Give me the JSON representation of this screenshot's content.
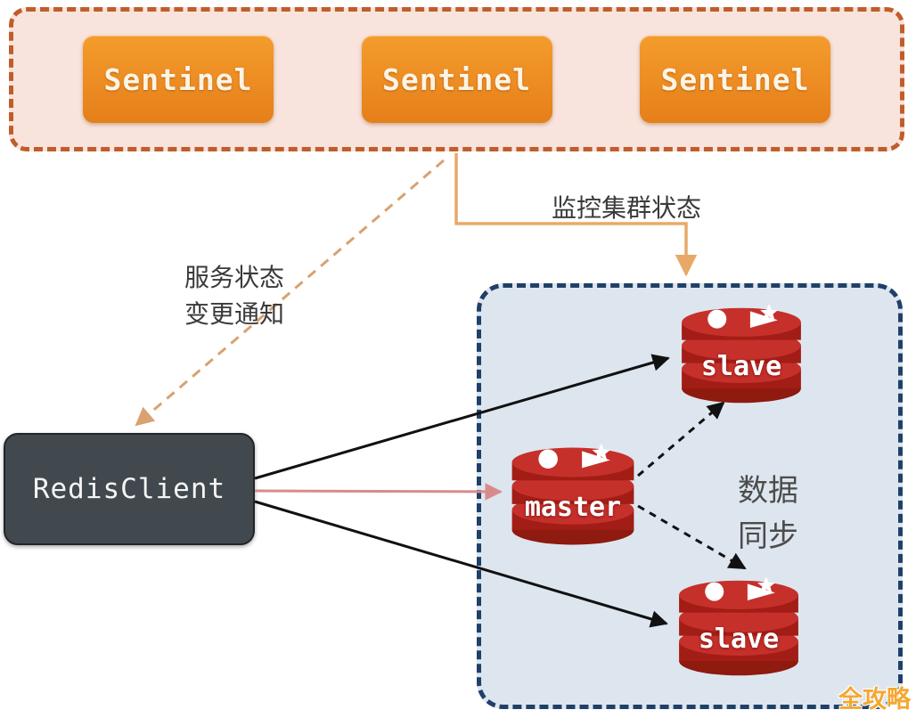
{
  "diagram": {
    "sentinels": [
      {
        "label": "Sentinel"
      },
      {
        "label": "Sentinel"
      },
      {
        "label": "Sentinel"
      }
    ],
    "client_label": "RedisClient",
    "nodes": {
      "master": "master",
      "slave_top": "slave",
      "slave_bottom": "slave"
    },
    "labels": {
      "monitor": "监控集群状态",
      "notify_line1": "服务状态",
      "notify_line2": "变更通知",
      "sync_line1": "数据",
      "sync_line2": "同步"
    },
    "watermark": "全攻略",
    "colors": {
      "sentinel_fill": "#ee8b23",
      "sentinel_container_fill": "#f8e4dc",
      "sentinel_container_border": "#c05d2b",
      "cluster_fill": "#dde6ef",
      "cluster_border": "#20406a",
      "client_fill": "#42494e",
      "redis_red": "#c6302b",
      "redis_dark_red": "#a21d15",
      "arrow_monitor_orange": "#e8a968",
      "arrow_notify_tan": "#d8a271",
      "arrow_client_black": "#111111",
      "arrow_client_to_master_red": "#d98b8b"
    }
  }
}
